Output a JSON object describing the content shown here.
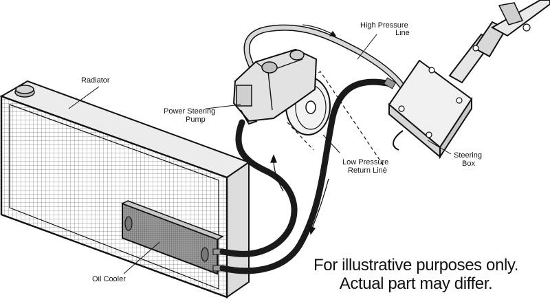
{
  "labels": {
    "radiator": "Radiator",
    "pump_line1": "Power Steering",
    "pump_line2": "Pump",
    "high_line1": "High Pressure",
    "high_line2": "Line",
    "low_line1": "Low Pressure",
    "low_line2": "Return Line",
    "box_line1": "Steering",
    "box_line2": "Box",
    "oil_cooler": "Oil Cooler"
  },
  "disclaimer": {
    "line1": "For illustrative purposes only.",
    "line2": "Actual part may differ."
  },
  "colors": {
    "ink": "#111111",
    "hose": "#1a1a1a",
    "light_hose": "#d8d8d8",
    "part_fill": "#e6e6e6",
    "cooler_fill": "#8a8a8a"
  }
}
